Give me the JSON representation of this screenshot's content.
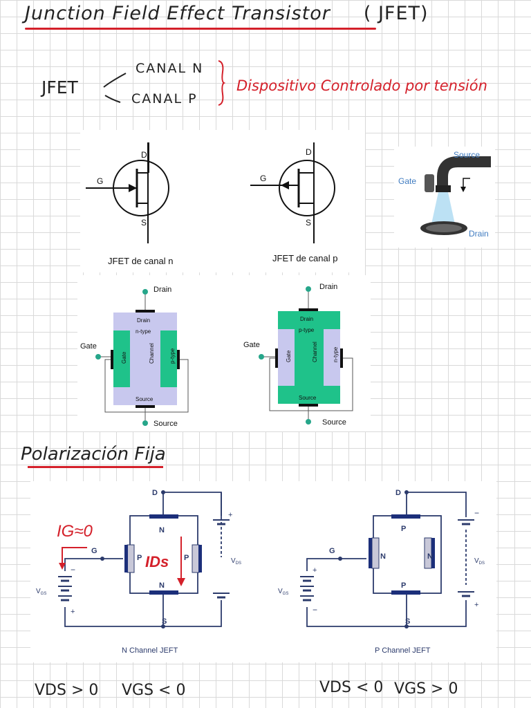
{
  "title": {
    "main": "Junction Field Effect Transistor",
    "abbr": "( JFET)"
  },
  "classification": {
    "root": "JFET",
    "branch1": "CANAL N",
    "branch2": "CANAL P",
    "note": "Dispositivo Controlado por tensión"
  },
  "symbols": {
    "n": {
      "d": "D",
      "g": "G",
      "s": "S",
      "caption": "JFET de canal n"
    },
    "p": {
      "d": "D",
      "g": "G",
      "s": "S",
      "caption": "JFET de canal p"
    },
    "faucet": {
      "source": "Source",
      "gate": "Gate",
      "drain": "Drain"
    }
  },
  "structures": {
    "n": {
      "drain": "Drain",
      "gate": "Gate",
      "source": "Source",
      "drain_inner": "Drain",
      "ntype": "n-type",
      "gate_inner": "Gate",
      "channel": "Channel",
      "ptype": "p-type",
      "source_inner": "Source"
    },
    "p": {
      "drain": "Drain",
      "gate": "Gate",
      "source": "Source",
      "drain_inner": "Drain",
      "ptype": "p-type",
      "gate_inner": "Gate",
      "channel": "Channel",
      "ntype": "n-type",
      "source_inner": "Source"
    }
  },
  "section2": {
    "title": "Polarización Fija"
  },
  "circuits": {
    "n": {
      "d": "D",
      "g": "G",
      "s": "S",
      "top": "N",
      "bottom": "N",
      "left": "P",
      "right": "P",
      "plus_top": "+",
      "vds": "V",
      "vds_sub": "DS",
      "minus_left": "−",
      "plus_left": "+",
      "vgs": "V",
      "vgs_sub": "GS",
      "caption": "N Channel JEFT",
      "ig": "IG≈0",
      "ids": "IDs"
    },
    "p": {
      "d": "D",
      "g": "G",
      "s": "S",
      "top": "P",
      "bottom": "P",
      "left": "N",
      "right": "N",
      "minus_top": "−",
      "plus_bottom": "+",
      "vds": "V",
      "vds_sub": "DS",
      "plus_left": "+",
      "minus_left": "−",
      "vgs": "V",
      "vgs_sub": "GS",
      "caption": "P Channel JEFT"
    }
  },
  "conditions": {
    "n_vds": "VDS > 0",
    "n_vgs": "VGS < 0",
    "p_vds": "VDS < 0",
    "p_vgs": "VGS > 0"
  },
  "colors": {
    "accent": "#d4202a",
    "navy": "#2b3a6b",
    "channel_n": "#c8c8ee",
    "ptype_green": "#1fc28a",
    "teal": "#26a68a"
  }
}
